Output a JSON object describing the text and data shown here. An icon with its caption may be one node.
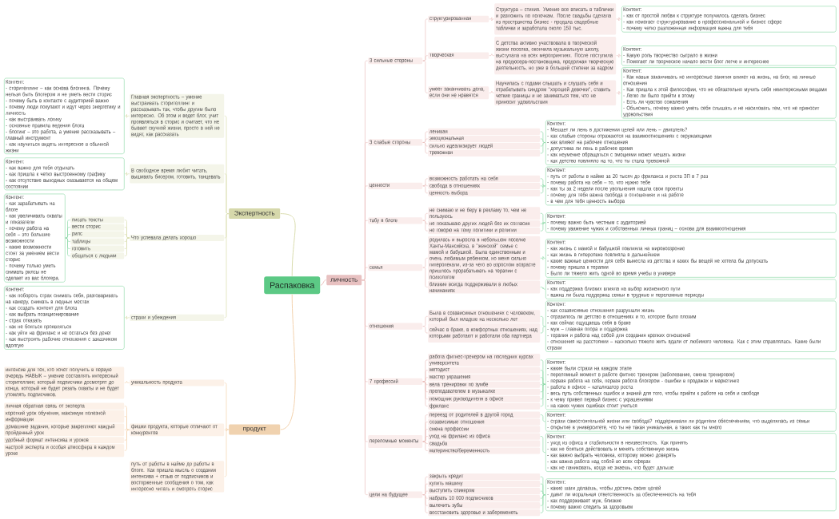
{
  "diagram": {
    "nodes": [
      {
        "text": [
          "Распаковка"
        ]
      },
      {
        "text": [
          "Экспертность"
        ]
      },
      {
        "text": [
          "Главная экспертность – умение выстраивать сторителлинг и рассказывать так, чтобы другим было интересно. Об этом и ведет блог, учит проявляться в сторис и считает, что не бывает скучной жизни, просто в ней не видят, как рассказать"
        ]
      },
      {
        "text": [
          "Контент:",
          "- сторителлинг – как основа блогинга. Почему нельзя быть блогером и не уметь вести сторис",
          "- почему быть в контакте с аудиторией важно",
          "- почему люди покупают и идут через энергетику и личность",
          "- как выстраивать логику",
          "- основные правила ведения блога",
          "- блогинг – это работа, а умение рассказывать – главный инструмент",
          "- как научиться видеть интересное в обычной жизни"
        ]
      },
      {
        "text": [
          "В свободное время любит читать, вышивать бисером, готовить, танцевать"
        ]
      },
      {
        "text": [
          "Контент:",
          "- как важно для тебя отдыхать",
          "- как пришла к четко выстроенному графику",
          "- как отсутствие выходных сказывается на общем состоянии"
        ]
      },
      {
        "text": [
          "Что успевала делать хорошо"
        ]
      },
      {
        "text": [
          "писать тексты"
        ]
      },
      {
        "text": [
          "вести сторис"
        ]
      },
      {
        "text": [
          "рилс"
        ]
      },
      {
        "text": [
          "таблицы"
        ]
      },
      {
        "text": [
          "готовить"
        ]
      },
      {
        "text": [
          "общаться с людьми"
        ]
      },
      {
        "text": [
          "Контент:",
          "- как зарабатывать на блоге",
          "- как увеличивать охваты и показатели",
          "- почему работа на себя – это большие возможности",
          "- какие возможности стоят за умением вести сторис",
          "- почему только уметь снимать рилсы не сделает из вас блогера."
        ]
      },
      {
        "text": [
          "страхи и убеждения"
        ]
      },
      {
        "text": [
          "Контент:",
          "- как побороть страх снимать себя, разговаривать на камеру, снимать в людных местах",
          "- как создать контент для блога",
          "- как выбрать позиционирование",
          "- страх отказать",
          "- как не бояться проявляться",
          "- как уйти на фриланс и не остаться без денег",
          "- как выстроить рабочие отношения с заказчиком вдолгую"
        ]
      },
      {
        "text": [
          "продукт"
        ]
      },
      {
        "text": [
          "уникальность продукта"
        ]
      },
      {
        "text": [
          "интенсив для тех, кто хочет получить в первую очередь НАВЫК – умение составлять интересный сторителлинг, который подписчики досмотрят до конца, который не будет резать охваты и не будет утомлять подписчиков."
        ]
      },
      {
        "text": [
          "фишки продукта, которые отличают от конкурентов"
        ]
      },
      {
        "text": [
          "личная обратная связь от эксперта"
        ]
      },
      {
        "text": [
          "короткий урок обучения, максимум полезной информации"
        ]
      },
      {
        "text": [
          "домашние задания, которые закрепляют каждый пройденный урок"
        ]
      },
      {
        "text": [
          "удобный формат интенсива и уроков"
        ]
      },
      {
        "text": [
          "настрой эксперта и особая атмосфера в каждом уроке"
        ]
      },
      {
        "text": [
          "путь от работы в найме до работы в блоге. Как пришла мысль о создании интенсива + отзыв от подписчиков и восторженные сообщения о том, как интересно читать и смотреть сторис"
        ]
      },
      {
        "text": [
          "личность"
        ]
      },
      {
        "text": [
          "3 сильные стороны"
        ]
      },
      {
        "text": [
          "структурированная"
        ]
      },
      {
        "text": [
          "Структура – стихия. Умение все вписать в таблички и разложить по полочкам. После свадьбы сделала из пространства бизнес - продала свадебные таблички и заработала около 150 тыс."
        ]
      },
      {
        "text": [
          "Контент:",
          "- как от простой любви к структуре получилось сделать бизнес",
          "- как помогает структурирование в профессиональной и бизнес сфере",
          "- почему четко разложенная информация важна для тебя"
        ]
      },
      {
        "text": [
          "творческая"
        ]
      },
      {
        "text": [
          "С детства активно участвовала в творческой жизни поселка, окончила музыкальную школу, выступала на всех мероприятиях. После поступила на продюсера-постановщика, продолжая творческую деятельность, но уже в большей степени за кадром"
        ]
      },
      {
        "text": [
          "Контент:",
          "- Какую роль творчество сыграло в жизни",
          "- Помогает ли творческое начало вести блог легче и интереснее"
        ]
      },
      {
        "text": [
          "умеет заканчивать дела, если они не нравятся"
        ]
      },
      {
        "text": [
          "Научилась с годами слышать и слушать себя и отрабатывать синдром \"хорошей девочки\", ставить четкие границы и не заниматься тем, что не приносит удовольствия"
        ]
      },
      {
        "text": [
          "Контент:",
          "- Как навык заканчивать не интересные занятия влияет на жизнь, на блог, на личные отношения",
          "- Как пришла к этой философии, что не обязательно мучить себя неинтересными вещами",
          "- Легко ли было прийти к этому",
          "- Есть ли чувство сожаления",
          "- Объяснить, почему важно уметь себя слышать и не насиловать тем, что не приносит удовольствия"
        ]
      },
      {
        "text": [
          "3 слабые стороны"
        ]
      },
      {
        "text": [
          "ленивая"
        ]
      },
      {
        "text": [
          "эмоциональная"
        ]
      },
      {
        "text": [
          "сильно идеализирует людей"
        ]
      },
      {
        "text": [
          "тревожная"
        ]
      },
      {
        "text": [
          "Контент:",
          "- Мешает ли лень в достижении целей или лень – двигатель?",
          "- как слабые стороны отражаются на взаимоотношениях с окружающими",
          "- как влияют на рабочие отношения",
          "- допустима ли лень в рабочее время",
          "- как неумение обращаться с эмоциями может мешать жизни",
          "- как детство повлияло на то, что ты стала тревожной"
        ]
      },
      {
        "text": [
          "ценности"
        ]
      },
      {
        "text": [
          "возможность работать на себя"
        ]
      },
      {
        "text": [
          "свобода в отношениях"
        ]
      },
      {
        "text": [
          "ценность выбора"
        ]
      },
      {
        "text": [
          "Контент:",
          "- путь от работы в найме за 20 тысяч до фриланса и роста ЗП в 7 раз",
          "- почему работа на себя – то, что нужно тебе",
          "- как ты за 2 недели после увольнения нашла свои проекты",
          "- почему для тебя важна свобода в отношениях и на работе",
          "- в чем для тебя ценность выбора"
        ]
      },
      {
        "text": [
          "табу в блоге"
        ]
      },
      {
        "text": [
          "не снимаю и не беру в рекламу то, чем не пользуюсь"
        ]
      },
      {
        "text": [
          "не показываю других людей без их согласия"
        ]
      },
      {
        "text": [
          "не говорю на тему политики и религии"
        ]
      },
      {
        "text": [
          "Контент:",
          "- почему важно быть честным с аудиторией",
          "- почему уважение чужих и собственных личных границ – основа для взаимоотношения"
        ]
      },
      {
        "text": [
          "семья"
        ]
      },
      {
        "text": [
          "родилась и выросла в небольшом поселке Ханты-Мансийска, в \"женской\" семье с мамой и бабушкой. Была единственным и очень любимым ребенком, но меня сильно гиперопекали, из-за чего во взрослом возрасте пришлось прорабатывать на терапии с психологом"
        ]
      },
      {
        "text": [
          "Контент:",
          "- как жизнь с мамой и бабушкой повлияла на мировоззрение",
          "- как жизнь в гиперопеке повлияла в дальнейшем",
          "- какие важные ценности для себя вынесла из детства и каких бы вещей не хотела бы допускать",
          "- почему пришла к терапии",
          "- Было ли тяжело жить одной во время учебы в универе"
        ]
      },
      {
        "text": [
          "близкие всегда поддерживали в любых начинаниях"
        ]
      },
      {
        "text": [
          "Контент:",
          "- как поддержка близких влияла на выбор жизненного пути",
          "- важна ли была поддержка семьи в трудные и переломные периоды"
        ]
      },
      {
        "text": [
          "отношения"
        ]
      },
      {
        "text": [
          "Была в созависимых отношениях с человеком, который был младше на несколько лет"
        ]
      },
      {
        "text": [
          "сейчас в браке, в комфортных отношениях, над которыми работают и работали оба партнера"
        ]
      },
      {
        "text": [
          "Контент:",
          "- как созависимые отношения разрушали жизнь",
          "- отразилось ли детство в отношениях и то, которое было плохим",
          "- как сейчас ощущаешь себя в браке",
          "- муж – главная опора и поддержка",
          "- терапия и работа над собой для создания крепких отношений",
          "- отношения на расстоянии – насколько тяжело жить вдали от любимого человека. Как с этим справлялась. Какие были страхи"
        ]
      },
      {
        "text": [
          "7 профессий"
        ]
      },
      {
        "text": [
          "работа фитнес-тренером на последних курсах университета"
        ]
      },
      {
        "text": [
          "методист"
        ]
      },
      {
        "text": [
          "мастер украшения"
        ]
      },
      {
        "text": [
          "вела тренировки по зумбе"
        ]
      },
      {
        "text": [
          "преподавателем в музыкалке"
        ]
      },
      {
        "text": [
          "помощник руководителя в офисе"
        ]
      },
      {
        "text": [
          "фриланс"
        ]
      },
      {
        "text": [
          "Контент:",
          "- какие были страхи на каждом этапе",
          "- переломный момент в работе фитнес тренером (заболевание, смена тренировок)",
          "- первая работа на себя, первая работа блогером - ошибки в продажах и маркетинге",
          "- работа в офисе – катализатор роста",
          "- весь путь собственных ошибок и знаний для того, чтобы прийти к работе на себя и свободе",
          "- к чему привел первый бизнес с украшениями",
          "- на каких чужих ошибках стоит учиться"
        ]
      },
      {
        "text": [
          "переломные моменты"
        ]
      },
      {
        "text": [
          "переезд от родителей в другой город"
        ]
      },
      {
        "text": [
          "Контент:",
          "- страхи самостоятельной жизни или свобода? поддерживали ли родители обеспечением, что выделялась из семьи",
          "- открытие в университете, что ты не такая уникальная, а таких как ты много"
        ]
      },
      {
        "text": [
          "созависимые отношения"
        ]
      },
      {
        "text": [
          "смена профессии"
        ]
      },
      {
        "text": [
          "уход на фриланс из офиса"
        ]
      },
      {
        "text": [
          "Контент:",
          "- уход из офиса и стабильности в неизвестность. Как принять",
          "- как не бояться действовать и менять собственную жизнь",
          "- как важно выбрать человека, которому можно доверять",
          "- как важна работа над собой во всех сферах",
          "- как не паниковать, когда не знаешь, что будет дальше"
        ]
      },
      {
        "text": [
          "свадьба"
        ]
      },
      {
        "text": [
          "материнство/беременность"
        ]
      },
      {
        "text": [
          "цели на будущее"
        ]
      },
      {
        "text": [
          "закрыть кредит"
        ]
      },
      {
        "text": [
          "купить машину"
        ]
      },
      {
        "text": [
          "выступить спикером"
        ]
      },
      {
        "text": [
          "набрать 10 000 подписчиков"
        ]
      },
      {
        "text": [
          "вылечить зубы"
        ]
      },
      {
        "text": [
          "восстановить здоровье и забеременеть"
        ]
      },
      {
        "text": [
          "Контент:",
          "- какие шаги делаешь, чтобы достичь своих целей",
          "- давит ли моральная ответственность за обеспеченность на тебя",
          "- как поддерживает муж, близкие",
          "- почему важно следить за здоровьем"
        ]
      }
    ],
    "edges": [
      {
        "from": 0,
        "to": 1,
        "arrow": "none",
        "color": "#d9dcae"
      },
      {
        "from": 1,
        "to": 2,
        "arrow": "none",
        "color": "#d9dcae"
      },
      {
        "from": 2,
        "to": 3,
        "arrow": "none",
        "color": "#d9dcae"
      },
      {
        "from": 1,
        "to": 4,
        "arrow": "none",
        "color": "#d9dcae"
      },
      {
        "from": 4,
        "to": 5,
        "arrow": "none",
        "color": "#d9dcae"
      },
      {
        "from": 1,
        "to": 6,
        "arrow": "none",
        "color": "#d9dcae"
      },
      {
        "from": 6,
        "to": 7,
        "arrow": "none",
        "color": "#d9dcae"
      },
      {
        "from": 6,
        "to": 8,
        "arrow": "none",
        "color": "#d9dcae"
      },
      {
        "from": 6,
        "to": 9,
        "arrow": "none",
        "color": "#d9dcae"
      },
      {
        "from": 6,
        "to": 10,
        "arrow": "none",
        "color": "#d9dcae"
      },
      {
        "from": 6,
        "to": 11,
        "arrow": "none",
        "color": "#d9dcae"
      },
      {
        "from": 6,
        "to": 12,
        "arrow": "none",
        "color": "#d9dcae"
      },
      {
        "from": 7,
        "to": 13,
        "arrow": "none",
        "color": "#8edaa9"
      },
      {
        "from": 8,
        "to": 13,
        "arrow": "none",
        "color": "#8edaa9"
      },
      {
        "from": 9,
        "to": 13,
        "arrow": "none",
        "color": "#8edaa9"
      },
      {
        "from": 10,
        "to": 13,
        "arrow": "none",
        "color": "#8edaa9"
      },
      {
        "from": 11,
        "to": 13,
        "arrow": "none",
        "color": "#8edaa9"
      },
      {
        "from": 12,
        "to": 13,
        "arrow": "none",
        "color": "#8edaa9"
      },
      {
        "from": 1,
        "to": 14,
        "arrow": "none",
        "color": "#d9dcae"
      },
      {
        "from": 14,
        "to": 15,
        "arrow": "none",
        "color": "#d9dcae"
      },
      {
        "from": 0,
        "to": 16,
        "arrow": "none",
        "color": "#f3d2ae"
      },
      {
        "from": 16,
        "to": 17,
        "arrow": "none",
        "color": "#f3d2ae"
      },
      {
        "from": 17,
        "to": 18,
        "arrow": "none",
        "color": "#f3d2ae"
      },
      {
        "from": 16,
        "to": 19,
        "arrow": "none",
        "color": "#f3d2ae"
      },
      {
        "from": 19,
        "to": 20,
        "arrow": "none",
        "color": "#f3d2ae"
      },
      {
        "from": 19,
        "to": 21,
        "arrow": "none",
        "color": "#f3d2ae"
      },
      {
        "from": 19,
        "to": 22,
        "arrow": "none",
        "color": "#f3d2ae"
      },
      {
        "from": 19,
        "to": 23,
        "arrow": "none",
        "color": "#f3d2ae"
      },
      {
        "from": 19,
        "to": 24,
        "arrow": "none",
        "color": "#f3d2ae"
      },
      {
        "from": 16,
        "to": 25,
        "arrow": "none",
        "color": "#f3d2ae"
      },
      {
        "from": 0,
        "to": 26,
        "arrow": "none"
      },
      {
        "from": 26,
        "to": 27,
        "arrow": "none"
      },
      {
        "from": 27,
        "to": 28,
        "arrow": "none"
      },
      {
        "from": 28,
        "to": 29,
        "arrow": "none"
      },
      {
        "from": 29,
        "to": 30,
        "arrow": "none"
      },
      {
        "from": 27,
        "to": 31,
        "arrow": "none"
      },
      {
        "from": 31,
        "to": 32,
        "arrow": "none"
      },
      {
        "from": 32,
        "to": 33,
        "arrow": "none"
      },
      {
        "from": 27,
        "to": 34,
        "arrow": "none"
      },
      {
        "from": 34,
        "to": 35,
        "arrow": "none"
      },
      {
        "from": 35,
        "to": 36,
        "arrow": "none"
      },
      {
        "from": 26,
        "to": 37,
        "arrow": "none"
      },
      {
        "from": 37,
        "to": 38,
        "arrow": "none"
      },
      {
        "from": 37,
        "to": 39,
        "arrow": "none"
      },
      {
        "from": 37,
        "to": 40,
        "arrow": "none"
      },
      {
        "from": 37,
        "to": 41,
        "arrow": "none"
      },
      {
        "from": 38,
        "to": 42,
        "arrow": "none",
        "color": "#8edaa9"
      },
      {
        "from": 39,
        "to": 42,
        "arrow": "none",
        "color": "#8edaa9"
      },
      {
        "from": 40,
        "to": 42,
        "arrow": "none",
        "color": "#8edaa9"
      },
      {
        "from": 41,
        "to": 42,
        "arrow": "none",
        "color": "#8edaa9"
      },
      {
        "from": 26,
        "to": 43,
        "arrow": "none"
      },
      {
        "from": 43,
        "to": 44,
        "arrow": "none"
      },
      {
        "from": 43,
        "to": 45,
        "arrow": "none"
      },
      {
        "from": 43,
        "to": 46,
        "arrow": "none"
      },
      {
        "from": 44,
        "to": 47,
        "arrow": "none",
        "color": "#8edaa9"
      },
      {
        "from": 45,
        "to": 47,
        "arrow": "none",
        "color": "#8edaa9"
      },
      {
        "from": 46,
        "to": 47,
        "arrow": "none",
        "color": "#8edaa9"
      },
      {
        "from": 26,
        "to": 48,
        "arrow": "none"
      },
      {
        "from": 48,
        "to": 49,
        "arrow": "none"
      },
      {
        "from": 48,
        "to": 50,
        "arrow": "none"
      },
      {
        "from": 48,
        "to": 51,
        "arrow": "none"
      },
      {
        "from": 49,
        "to": 52,
        "arrow": "none",
        "color": "#8edaa9"
      },
      {
        "from": 50,
        "to": 52,
        "arrow": "none",
        "color": "#8edaa9"
      },
      {
        "from": 51,
        "to": 52,
        "arrow": "none",
        "color": "#8edaa9"
      },
      {
        "from": 26,
        "to": 53,
        "arrow": "none"
      },
      {
        "from": 53,
        "to": 54,
        "arrow": "none"
      },
      {
        "from": 54,
        "to": 55,
        "arrow": "none",
        "color": "#8edaa9"
      },
      {
        "from": 53,
        "to": 56,
        "arrow": "none"
      },
      {
        "from": 56,
        "to": 57,
        "arrow": "none",
        "color": "#8edaa9"
      },
      {
        "from": 26,
        "to": 58,
        "arrow": "none"
      },
      {
        "from": 58,
        "to": 59,
        "arrow": "none"
      },
      {
        "from": 58,
        "to": 60,
        "arrow": "none"
      },
      {
        "from": 59,
        "to": 61,
        "arrow": "none",
        "color": "#8edaa9"
      },
      {
        "from": 60,
        "to": 61,
        "arrow": "none",
        "color": "#8edaa9"
      },
      {
        "from": 26,
        "to": 62,
        "arrow": "none"
      },
      {
        "from": 62,
        "to": 63,
        "arrow": "none"
      },
      {
        "from": 62,
        "to": 64,
        "arrow": "none"
      },
      {
        "from": 62,
        "to": 65,
        "arrow": "none"
      },
      {
        "from": 62,
        "to": 66,
        "arrow": "none"
      },
      {
        "from": 62,
        "to": 67,
        "arrow": "none"
      },
      {
        "from": 62,
        "to": 68,
        "arrow": "none"
      },
      {
        "from": 62,
        "to": 69,
        "arrow": "none"
      },
      {
        "from": 63,
        "to": 70,
        "arrow": "none",
        "color": "#8edaa9"
      },
      {
        "from": 64,
        "to": 70,
        "arrow": "none",
        "color": "#8edaa9"
      },
      {
        "from": 65,
        "to": 70,
        "arrow": "none",
        "color": "#8edaa9"
      },
      {
        "from": 66,
        "to": 70,
        "arrow": "none",
        "color": "#8edaa9"
      },
      {
        "from": 67,
        "to": 70,
        "arrow": "none",
        "color": "#8edaa9"
      },
      {
        "from": 68,
        "to": 70,
        "arrow": "none",
        "color": "#8edaa9"
      },
      {
        "from": 69,
        "to": 70,
        "arrow": "none",
        "color": "#8edaa9"
      },
      {
        "from": 26,
        "to": 71,
        "arrow": "none"
      },
      {
        "from": 71,
        "to": 72,
        "arrow": "none"
      },
      {
        "from": 72,
        "to": 73,
        "arrow": "none",
        "color": "#8edaa9"
      },
      {
        "from": 71,
        "to": 74,
        "arrow": "none"
      },
      {
        "from": 71,
        "to": 75,
        "arrow": "none"
      },
      {
        "from": 71,
        "to": 76,
        "arrow": "none"
      },
      {
        "from": 76,
        "to": 77,
        "arrow": "none",
        "color": "#8edaa9"
      },
      {
        "from": 71,
        "to": 78,
        "arrow": "none"
      },
      {
        "from": 71,
        "to": 79,
        "arrow": "none"
      },
      {
        "from": 26,
        "to": 80,
        "arrow": "none"
      },
      {
        "from": 80,
        "to": 81,
        "arrow": "none"
      },
      {
        "from": 80,
        "to": 82,
        "arrow": "none"
      },
      {
        "from": 80,
        "to": 83,
        "arrow": "none"
      },
      {
        "from": 80,
        "to": 84,
        "arrow": "none"
      },
      {
        "from": 80,
        "to": 85,
        "arrow": "none"
      },
      {
        "from": 80,
        "to": 86,
        "arrow": "none"
      },
      {
        "from": 81,
        "to": 87,
        "arrow": "none",
        "color": "#8edaa9"
      },
      {
        "from": 82,
        "to": 87,
        "arrow": "none",
        "color": "#8edaa9"
      },
      {
        "from": 83,
        "to": 87,
        "arrow": "none",
        "color": "#8edaa9"
      },
      {
        "from": 84,
        "to": 87,
        "arrow": "none",
        "color": "#8edaa9"
      },
      {
        "from": 85,
        "to": 87,
        "arrow": "none",
        "color": "#8edaa9"
      },
      {
        "from": 86,
        "to": 87,
        "arrow": "none",
        "color": "#8edaa9"
      }
    ]
  }
}
